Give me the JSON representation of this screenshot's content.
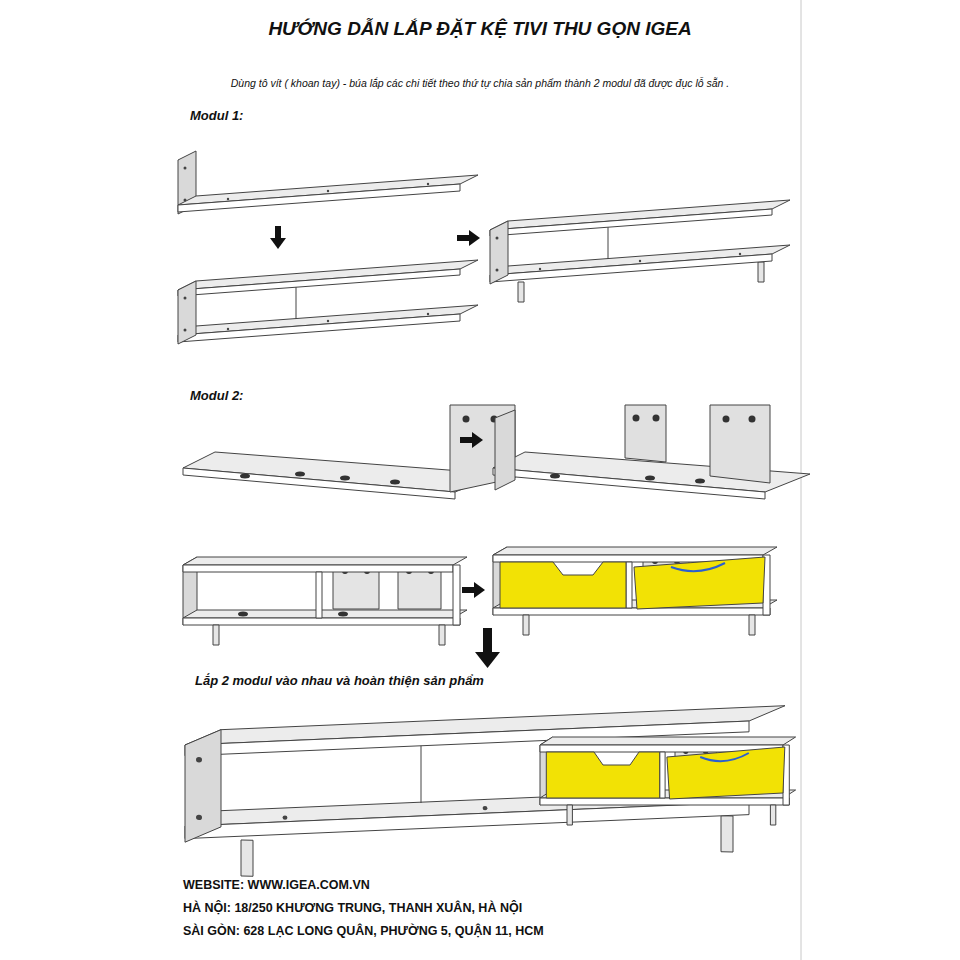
{
  "diagram": {
    "title": "HƯỚNG DẪN LẮP ĐẶT KỆ TIVI THU GỌN IGEA",
    "labels": [
      "Dùng tô vít ( khoan tay) - búa lắp các chi tiết theo thứ tự chia sản phẩm thành 2 modul đã được đục lỗ sẵn .",
      "Modul 1:",
      "Modul 2:",
      "Lắp 2 modul vào nhau và hoàn thiện sản phẩm",
      "WEBSITE: WWW.IGEA.COM.VN",
      "HÀ NỘI: 18/250 KHƯƠNG TRUNG, THANH XUÂN, HÀ NỘI",
      "SÀI GÒN: 628 LẠC LONG QUÂN, PHƯỜNG 5, QUẬN 11, HCM"
    ]
  }
}
